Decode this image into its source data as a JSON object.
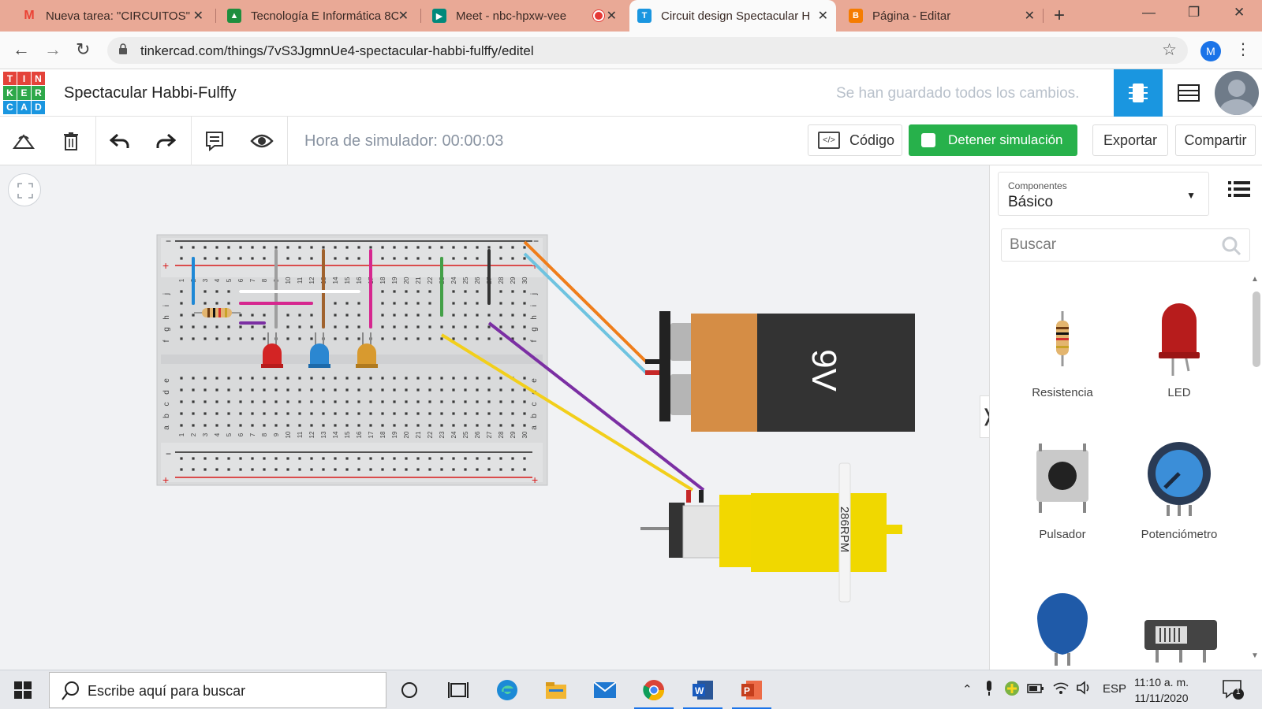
{
  "browser": {
    "tabs": [
      {
        "title": "Nueva tarea: \"CIRCUITOS\" -",
        "favicon": "gmail-icon",
        "color": "#ea4335"
      },
      {
        "title": "Tecnología E Informática 8C",
        "favicon": "classroom-icon",
        "color": "#1e8e3e"
      },
      {
        "title": "Meet - nbc-hpxw-vee",
        "favicon": "meet-icon",
        "color": "#00897b"
      },
      {
        "title": "Circuit design Spectacular H",
        "favicon": "tinkercad-icon",
        "color": "#1a96e0"
      },
      {
        "title": "Página - Editar",
        "favicon": "blogger-icon",
        "color": "#f57c00"
      }
    ],
    "url": "tinkercad.com/things/7vS3JgmnUe4-spectacular-habbi-fulffy/editel",
    "profile_initial": "M"
  },
  "app": {
    "logo_letters": [
      "T",
      "I",
      "N",
      "K",
      "E",
      "R",
      "C",
      "A",
      "D"
    ],
    "logo_colors": [
      "#e4433a",
      "#e4433a",
      "#e4433a",
      "#2ea84a",
      "#2ea84a",
      "#2ea84a",
      "#1a96e0",
      "#1a96e0",
      "#1a96e0"
    ],
    "project_title": "Spectacular Habbi-Fulffy",
    "save_status": "Se han guardado todos los cambios."
  },
  "toolbar": {
    "sim_time": "Hora de simulador: 00:00:03",
    "code_label": "Código",
    "stop_sim_label": "Detener simulación",
    "export_label": "Exportar",
    "share_label": "Compartir"
  },
  "canvas": {
    "battery_label": "9V",
    "motor_label": "286RPM",
    "breadboard_columns": [
      "1",
      "2",
      "3",
      "4",
      "5",
      "6",
      "7",
      "8",
      "9",
      "10",
      "11",
      "12",
      "13",
      "14",
      "15",
      "16",
      "17",
      "18",
      "19",
      "20",
      "21",
      "22",
      "23",
      "24",
      "25",
      "26",
      "27",
      "28",
      "29",
      "30"
    ],
    "breadboard_rows_top": [
      "j",
      "i",
      "h",
      "g",
      "f"
    ],
    "breadboard_rows_bottom": [
      "e",
      "d",
      "c",
      "b",
      "a"
    ]
  },
  "panel": {
    "components_label": "Componentes",
    "components_value": "Básico",
    "search_placeholder": "Buscar",
    "components": [
      {
        "label": "Resistencia"
      },
      {
        "label": "LED"
      },
      {
        "label": "Pulsador"
      },
      {
        "label": "Potenciómetro"
      }
    ]
  },
  "taskbar": {
    "search_text": "Escribe aquí para buscar",
    "language": "ESP",
    "time": "11:10 a. m.",
    "date": "11/11/2020",
    "notifications": "1"
  }
}
